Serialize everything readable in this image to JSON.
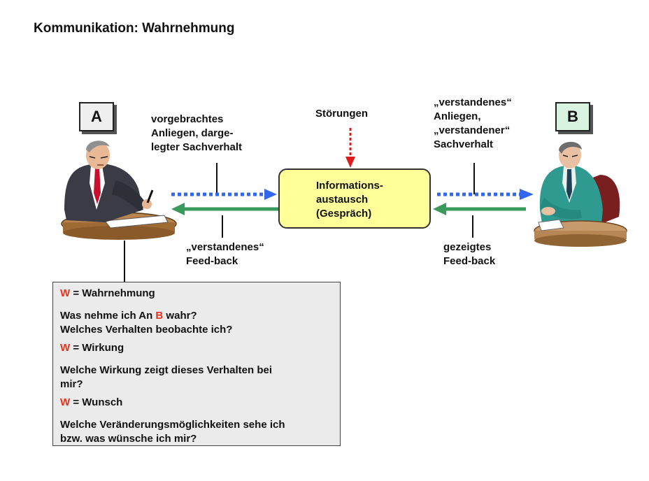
{
  "title": "Kommunikation: Wahrnehmung",
  "person_a": {
    "letter": "A"
  },
  "person_b": {
    "letter": "B"
  },
  "labels": {
    "top_left": "vorgebrachtes\nAnliegen, darge-\nlegter Sachverhalt",
    "top_center": "Störungen",
    "top_right": "„verstandenes“\nAnliegen,\n„verstandener“\nSachverhalt",
    "bottom_left": "„verstandenes“\nFeed-back",
    "bottom_right": "gezeigtes\nFeed-back"
  },
  "center_box": {
    "text": "Informations-\naustausch\n(Gespräch)"
  },
  "info_box": {
    "w1_letter": "W",
    "w1_text": " = Wahrnehmung",
    "q1_prefix": "Was nehme ich An ",
    "q1_letter": "B",
    "q1_suffix": " wahr?",
    "q1_line2": "Welches Verhalten beobachte ich?",
    "w2_letter": "W",
    "w2_text": " = Wirkung",
    "q2": "Welche Wirkung zeigt dieses Verhalten bei\nmir?",
    "w3_letter": "W",
    "w3_text": " = Wunsch",
    "q3": "Welche Veränderungsmöglichkeiten sehe ich\nbzw. was wünsche ich mir?"
  },
  "colors": {
    "blue_arrow": "#3366ee",
    "green_arrow": "#3a9a5c",
    "red_arrow": "#e11b1b",
    "center_fill": "#ffff99",
    "highlight_red": "#e8321e"
  }
}
